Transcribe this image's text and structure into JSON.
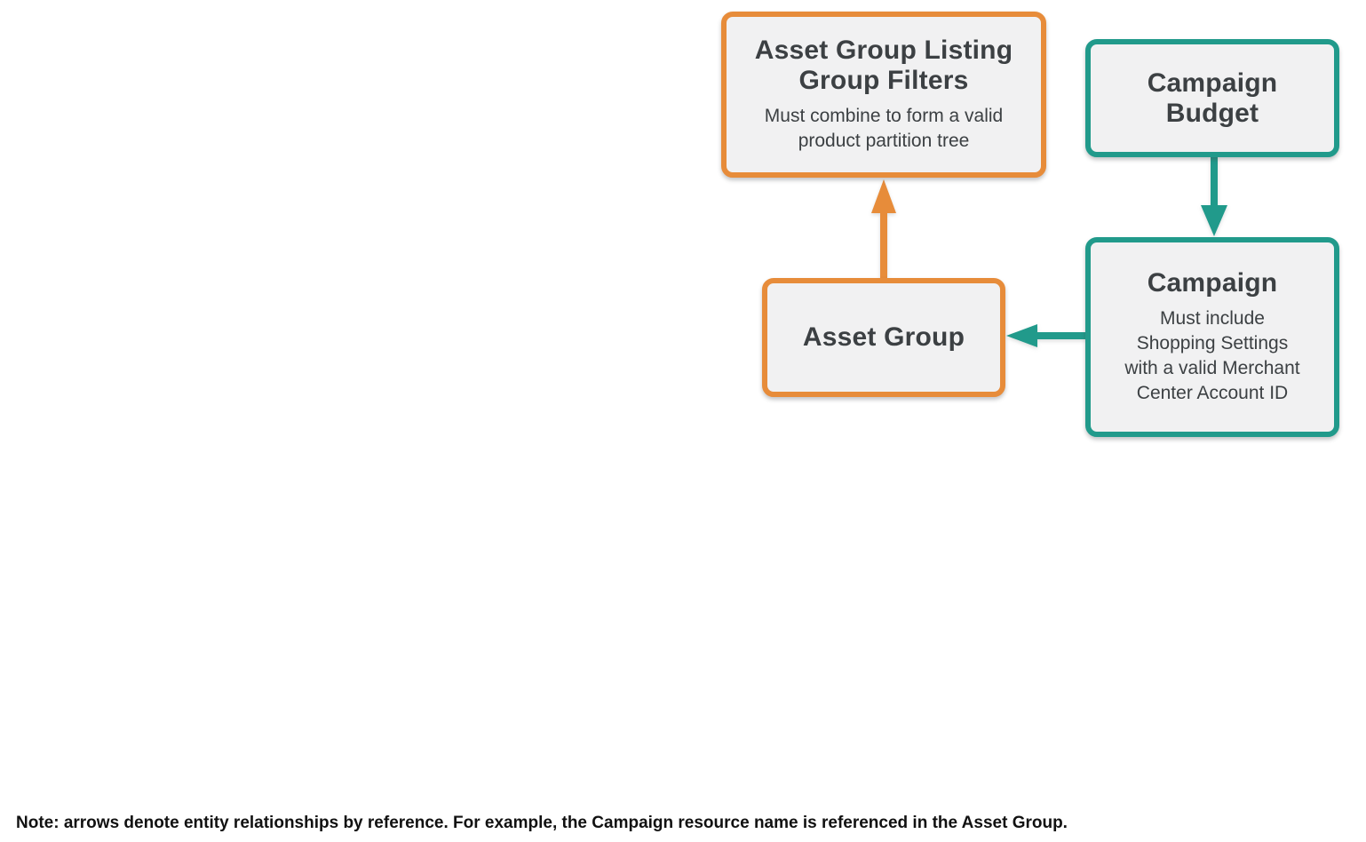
{
  "colors": {
    "orange": "#E78C3A",
    "teal": "#219A8B",
    "node_background": "#F1F1F2",
    "node_text": "#3C4043",
    "note_text": "#111111"
  },
  "nodes": {
    "listing_group_filters": {
      "accent": "orange",
      "title_lines": [
        "Asset Group Listing",
        "Group Filters"
      ],
      "subtitle_lines": [
        "Must combine to form a valid",
        "product partition tree"
      ]
    },
    "campaign_budget": {
      "accent": "teal",
      "title_lines": [
        "Campaign",
        "Budget"
      ]
    },
    "campaign": {
      "accent": "teal",
      "title_lines": [
        "Campaign"
      ],
      "subtitle_lines": [
        "Must include",
        "Shopping Settings",
        "with a valid Merchant",
        "Center Account ID"
      ]
    },
    "asset_group": {
      "accent": "orange",
      "title_lines": [
        "Asset Group"
      ]
    }
  },
  "edges": [
    {
      "from": "asset_group",
      "to": "listing_group_filters",
      "color": "orange",
      "direction": "up"
    },
    {
      "from": "campaign_budget",
      "to": "campaign",
      "color": "teal",
      "direction": "down"
    },
    {
      "from": "campaign",
      "to": "asset_group",
      "color": "teal",
      "direction": "left"
    }
  ],
  "note": "Note: arrows denote entity relationships by reference. For example, the Campaign resource name is referenced in the Asset Group."
}
